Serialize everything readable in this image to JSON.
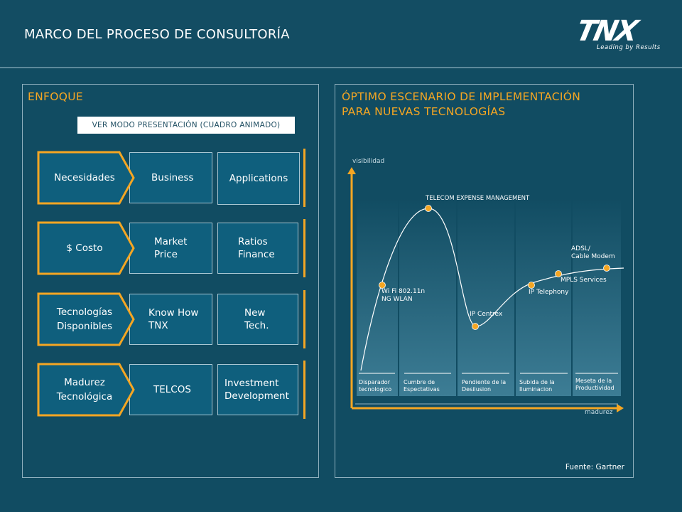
{
  "header": {
    "title": "MARCO DEL PROCESO DE CONSULTORÍA",
    "logo_text": "TNX",
    "logo_tagline": "Leading by Results"
  },
  "left": {
    "title": "ENFOQUE",
    "presentation_button": "VER MODO PRESENTACIÓN (CUADRO ANIMADO)",
    "rows": [
      {
        "chevron": "Necesidades",
        "middle": "Business",
        "right": "Applications"
      },
      {
        "chevron": "$ Costo",
        "middle": "Market\nPrice",
        "right": "Ratios\nFinance"
      },
      {
        "chevron": "Tecnologías\nDisponibles",
        "middle": "Know How\nTNX",
        "right": "New\nTech."
      },
      {
        "chevron": "Madurez\nTecnológica",
        "middle": "TELCOS",
        "right": "Investment\nDevelopment"
      }
    ]
  },
  "right": {
    "title_line1": "ÓPTIMO ESCENARIO DE IMPLEMENTACIÓN",
    "title_line2": "PARA NUEVAS TECNOLOGÍAS",
    "y_axis": "visibilidad",
    "x_axis": "madurez",
    "labels": {
      "peak": "TELECOM EXPENSE MANAGEMENT",
      "wifi": "Wi Fi 802.11n\nNG WLAN",
      "centrex": "IP Centrex",
      "telephony": "IP Telephony",
      "mpls": "MPLS Services",
      "adsl": "ADSL/\nCable Modem"
    },
    "phases": [
      "Disparador\ntecnologico",
      "Cumbre de\nEspectativas",
      "Pendiente de la\nDesilusion",
      "Subida de la\nIluminacion",
      "Meseta de la\nProductividad"
    ],
    "source": "Fuente: Gartner"
  },
  "colors": {
    "accent": "#f5a623",
    "background": "#114c62",
    "box": "#0f5f7d"
  }
}
